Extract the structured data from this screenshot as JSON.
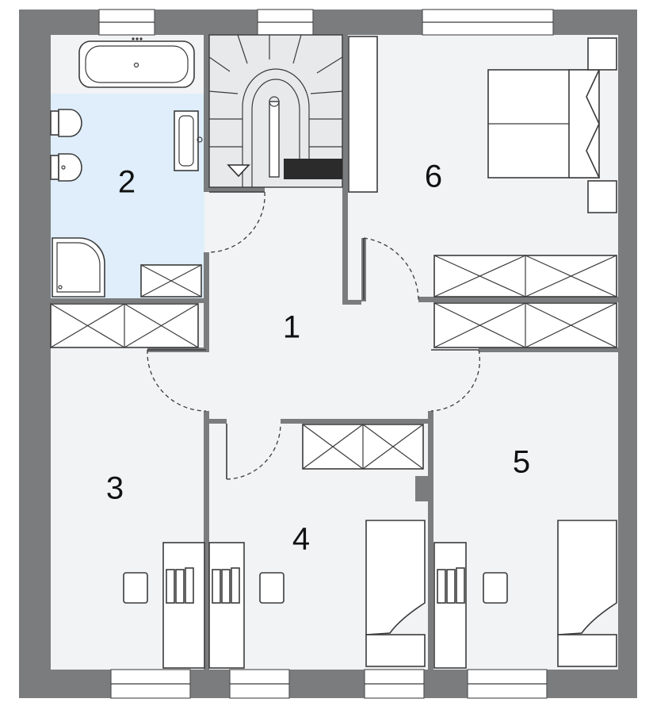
{
  "rooms": [
    {
      "label": "1"
    },
    {
      "label": "2"
    },
    {
      "label": "3"
    },
    {
      "label": "4"
    },
    {
      "label": "5"
    },
    {
      "label": "6"
    }
  ],
  "colors": {
    "wall": "#7b7c7e",
    "floor": "#f2f3f5",
    "bathroom_floor": "#dfeefa"
  }
}
